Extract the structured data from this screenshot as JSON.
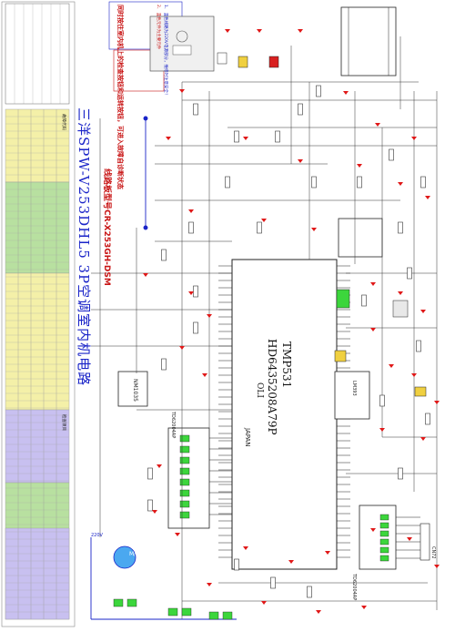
{
  "title": "三洋SPW-V253DHL5 3P空调室内机电路",
  "subtitle": "线路板型号CR-X253GH-DSM",
  "main_chip": {
    "line1": "TMP531",
    "line2": "HD6435208A79P",
    "line3": "OLI",
    "country": "JAPAN"
  },
  "driver_chips": [
    {
      "id": "ic-1",
      "label": "TD62004AP"
    },
    {
      "id": "ic-2",
      "label": "TD62004AP"
    }
  ],
  "small_chips": [
    {
      "id": "eeprom",
      "label": "NM1035"
    },
    {
      "id": "reset",
      "label": "LM393"
    }
  ],
  "notes_top": [
    "1、   蓝色线路为220V电源部分，维修时注意安全！",
    "2、   蓝色元件为主要元件"
  ],
  "warning_block": "同时按住室内机上的检查按钮和运转按钮，可进入故障自诊断状态",
  "labels": {
    "motor": "M/V",
    "connector": "CN72",
    "power": "220V",
    "left_table_header": "故障代码",
    "right_table_header": "检查项目"
  },
  "colors": {
    "blue_text": "#1a24c8",
    "red_text": "#c81414",
    "table_green": "#b8e0a0",
    "table_yellow": "#f4f0a8",
    "table_purple": "#c8c0f0",
    "table_pink": "#f8c8d8",
    "ground_red": "#e01818",
    "led_green": "#3cd63c"
  }
}
